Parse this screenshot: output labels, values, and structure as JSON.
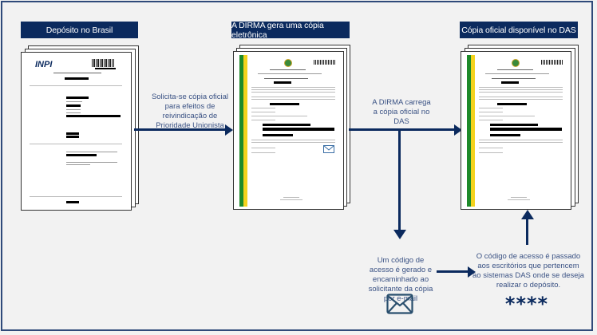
{
  "steps": [
    {
      "header": "Depósito no Brasil",
      "document": {
        "logo": "INPI"
      }
    },
    {
      "header": "A DIRMA gera uma cópia eletrônica",
      "document": {
        "type": "certified-copy"
      }
    },
    {
      "header": "Cópia oficial disponível no DAS",
      "document": {
        "type": "certified-copy"
      }
    }
  ],
  "arrows": {
    "step1_to_step2": "Solicita-se cópia oficial para efeitos de reivindicação de Prioridade Unionista",
    "step2_to_step3": "A DIRMA carrega a cópia oficial no DAS"
  },
  "access_code": {
    "email_text": "Um código de acesso é gerado e encaminhado ao solicitante da cópia por e-mail",
    "email_icon": "envelope-icon",
    "das_text": "O código de acesso é passado aos escritórios que pertencem ao sistemas DAS onde se deseja realizar o depósito.",
    "code_mask": "****"
  },
  "colors": {
    "navy": "#0b2a5e",
    "text": "#3a5284",
    "background": "#f2f2f2",
    "green": "#1e8a2a",
    "yellow": "#f4d21c"
  }
}
